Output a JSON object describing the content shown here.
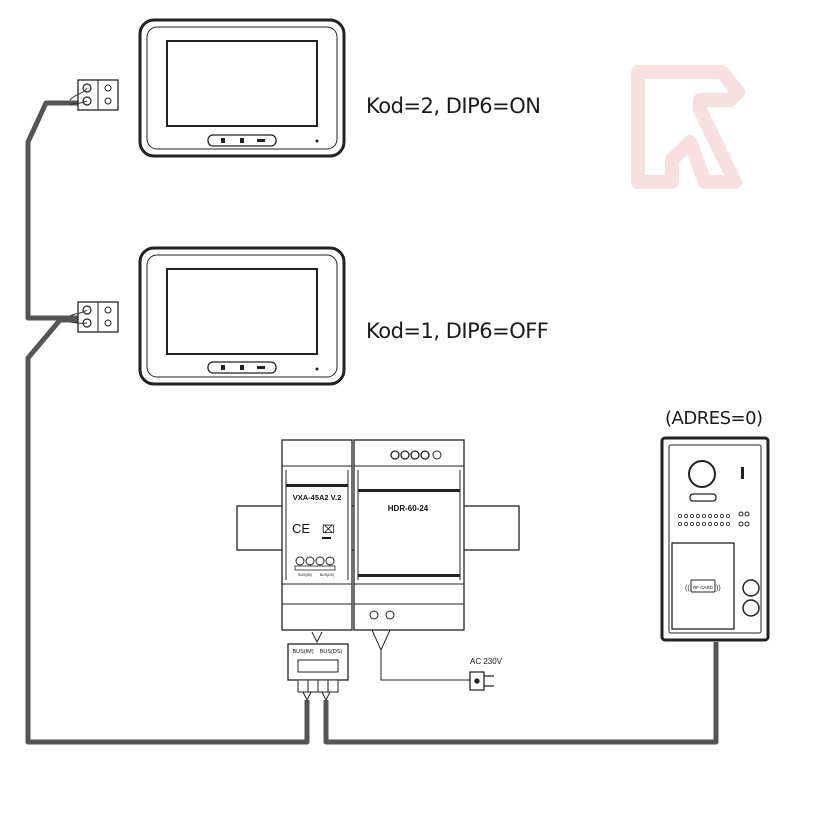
{
  "monitor_top": {
    "label": "Kod=2, DIP6=ON"
  },
  "monitor_bottom": {
    "label": "Kod=1, DIP6=OFF"
  },
  "door_station": {
    "label": "(ADRES=0)",
    "card_text": "RF CARD"
  },
  "distributor": {
    "model": "VXA-45A2 V.2",
    "terminal_labels": [
      "BUS(IM)",
      "BUS(DS)"
    ]
  },
  "power_supply": {
    "model": "HDR-60-24",
    "input_label": "AC 230V"
  },
  "connector": {
    "labels": [
      "BUS(IM)",
      "BUS(DS)"
    ]
  },
  "colors": {
    "wire": "#555555",
    "outline": "#222222",
    "watermark": "#fbe3e3"
  }
}
